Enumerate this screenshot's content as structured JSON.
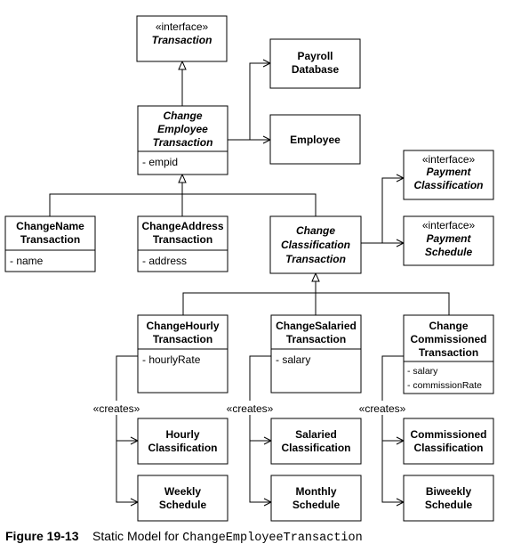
{
  "classes": {
    "transaction": {
      "stereotype": "«interface»",
      "name": "Transaction"
    },
    "payroll_database": {
      "name_lines": [
        "Payroll",
        "Database"
      ]
    },
    "change_employee": {
      "name_lines": [
        "Change",
        "Employee",
        "Transaction"
      ],
      "attributes": [
        "- empid"
      ]
    },
    "employee": {
      "name": "Employee"
    },
    "payment_classification": {
      "stereotype": "«interface»",
      "name_lines": [
        "Payment",
        "Classification"
      ]
    },
    "payment_schedule": {
      "stereotype": "«interface»",
      "name_lines": [
        "Payment",
        "Schedule"
      ]
    },
    "change_name": {
      "name_lines": [
        "ChangeName",
        "Transaction"
      ],
      "attributes": [
        "- name"
      ]
    },
    "change_address": {
      "name_lines": [
        "ChangeAddress",
        "Transaction"
      ],
      "attributes": [
        "- address"
      ]
    },
    "change_classification": {
      "name_lines": [
        "Change",
        "Classification",
        "Transaction"
      ]
    },
    "change_hourly": {
      "name_lines": [
        "ChangeHourly",
        "Transaction"
      ],
      "attributes": [
        "- hourlyRate"
      ]
    },
    "change_salaried": {
      "name_lines": [
        "ChangeSalaried",
        "Transaction"
      ],
      "attributes": [
        "- salary"
      ]
    },
    "change_commissioned": {
      "name_lines": [
        "Change",
        "Commissioned",
        "Transaction"
      ],
      "attributes": [
        "- salary",
        "- commissionRate"
      ]
    },
    "hourly_classification": {
      "name_lines": [
        "Hourly",
        "Classification"
      ]
    },
    "salaried_classification": {
      "name_lines": [
        "Salaried",
        "Classification"
      ]
    },
    "commissioned_classification": {
      "name_lines": [
        "Commissioned",
        "Classification"
      ]
    },
    "weekly_schedule": {
      "name_lines": [
        "Weekly",
        "Schedule"
      ]
    },
    "monthly_schedule": {
      "name_lines": [
        "Monthly",
        "Schedule"
      ]
    },
    "biweekly_schedule": {
      "name_lines": [
        "Biweekly",
        "Schedule"
      ]
    }
  },
  "creates_label": "«creates»",
  "caption": {
    "number": "Figure 19-13",
    "text": "Static Model for",
    "code": "ChangeEmployeeTransaction"
  }
}
